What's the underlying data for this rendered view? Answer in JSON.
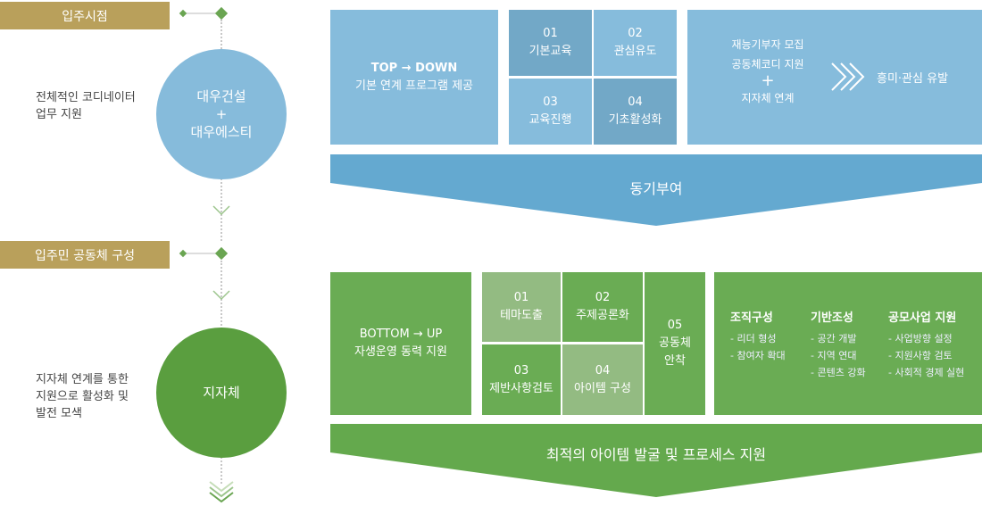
{
  "timeline": {
    "stage1": {
      "label": "입주시점",
      "desc": [
        "전체적인 코디네이터",
        "업무 지원"
      ],
      "circle": [
        "대우건설",
        "+",
        "대우에스티"
      ]
    },
    "stage2": {
      "label": "입주민 공동체 구성",
      "desc": [
        "지자체 연계를 통한",
        "지원으로 활성화 및",
        "발전 모색"
      ],
      "circle": [
        "지자체"
      ]
    }
  },
  "top": {
    "main": [
      "TOP → DOWN",
      "기본 연계 프로그램 제공"
    ],
    "grid": [
      {
        "num": "01",
        "label": "기본교육"
      },
      {
        "num": "02",
        "label": "관심유도"
      },
      {
        "num": "03",
        "label": "교육진행"
      },
      {
        "num": "04",
        "label": "기초활성화"
      }
    ],
    "right": [
      "재능기부자 모집",
      "공동체코디 지원",
      "+",
      "지자체 연계"
    ],
    "result": "흥미·관심 유발",
    "banner": "동기부여"
  },
  "bottom": {
    "main": [
      "BOTTOM → UP",
      "자생운영 동력 지원"
    ],
    "grid": [
      {
        "num": "01",
        "label": "테마도출"
      },
      {
        "num": "02",
        "label": "주제공론화"
      },
      {
        "num": "03",
        "label": "제반사항검토"
      },
      {
        "num": "04",
        "label": "아이템 구성"
      },
      {
        "num": "05",
        "label": "공동체",
        "label2": "안착"
      }
    ],
    "cols": [
      {
        "title": "조직구성",
        "items": [
          "- 리더 형성",
          "- 참여자 확대"
        ]
      },
      {
        "title": "기반조성",
        "items": [
          "- 공간 개발",
          "- 지역 연대",
          "- 콘텐츠 강화"
        ]
      },
      {
        "title": "공모사업 지원",
        "items": [
          "- 사업방향 설정",
          "- 지원사항 검토",
          "- 사회적 경제 실현"
        ]
      }
    ],
    "banner": "최적의 아이템 발굴 및 프로세스 지원"
  }
}
